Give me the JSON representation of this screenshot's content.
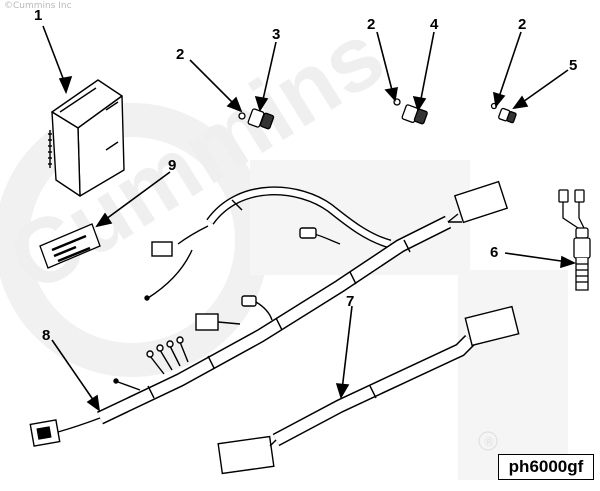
{
  "watermark": {
    "copyright": "©Cummins Inc",
    "brand": "Cummins",
    "registered": "®"
  },
  "drawing_code": "ph6000gf",
  "callouts": {
    "c1": "1",
    "c2a": "2",
    "c3": "3",
    "c2b": "2",
    "c4": "4",
    "c2c": "2",
    "c5": "5",
    "c6": "6",
    "c7": "7",
    "c8": "8",
    "c9": "9"
  }
}
